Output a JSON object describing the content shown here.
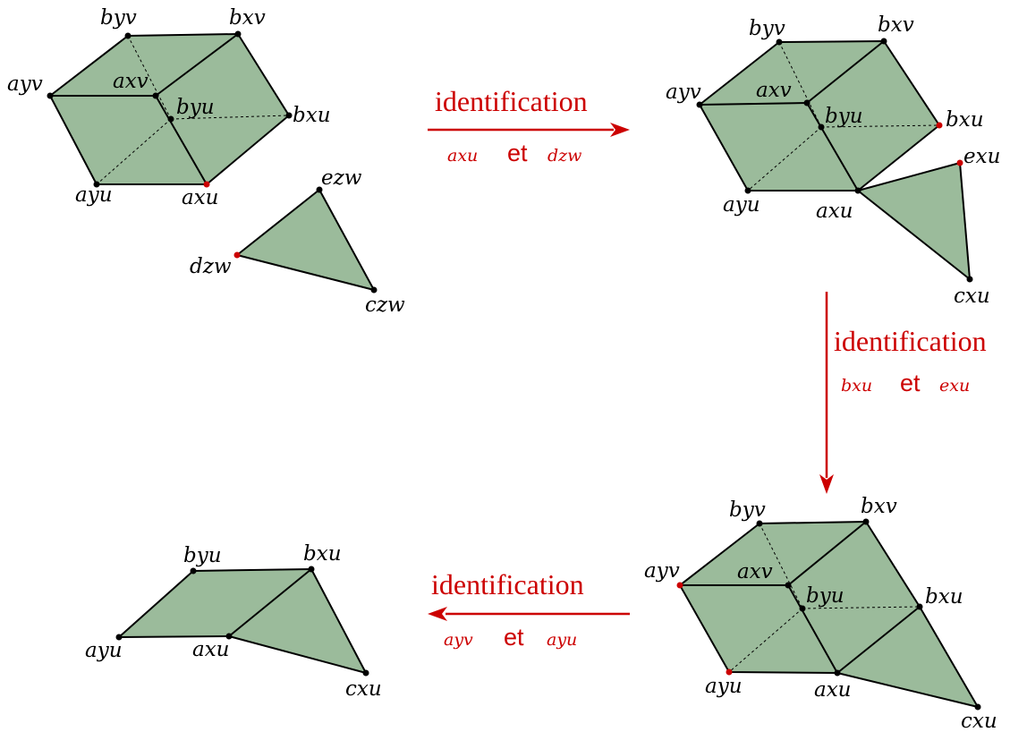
{
  "colors": {
    "face": "#9bbb9b",
    "edge": "#000000",
    "accent": "#cc0000"
  },
  "steps": [
    {
      "title": "identification",
      "left": "axu",
      "connector": "et",
      "right": "dzw"
    },
    {
      "title": "identification",
      "left": "bxu",
      "connector": "et",
      "right": "exu"
    },
    {
      "title": "identification",
      "left": "ayv",
      "connector": "et",
      "right": "ayu"
    }
  ],
  "labels": {
    "d1": {
      "byv": "byv",
      "bxv": "bxv",
      "ayv": "ayv",
      "axv": "axv",
      "byu": "byu",
      "bxu": "bxu",
      "ayu": "ayu",
      "axu": "axu",
      "ezw": "ezw",
      "dzw": "dzw",
      "czw": "czw"
    },
    "d2": {
      "byv": "byv",
      "bxv": "bxv",
      "ayv": "ayv",
      "axv": "axv",
      "byu": "byu",
      "bxu": "bxu",
      "exu": "exu",
      "ayu": "ayu",
      "axu": "axu",
      "cxu": "cxu"
    },
    "d3": {
      "byv": "byv",
      "bxv": "bxv",
      "ayv": "ayv",
      "axv": "axv",
      "byu": "byu",
      "bxu": "bxu",
      "ayu": "ayu",
      "axu": "axu",
      "cxu": "cxu"
    },
    "d4": {
      "byu": "byu",
      "bxu": "bxu",
      "ayu": "ayu",
      "axu": "axu",
      "cxu": "cxu"
    }
  }
}
